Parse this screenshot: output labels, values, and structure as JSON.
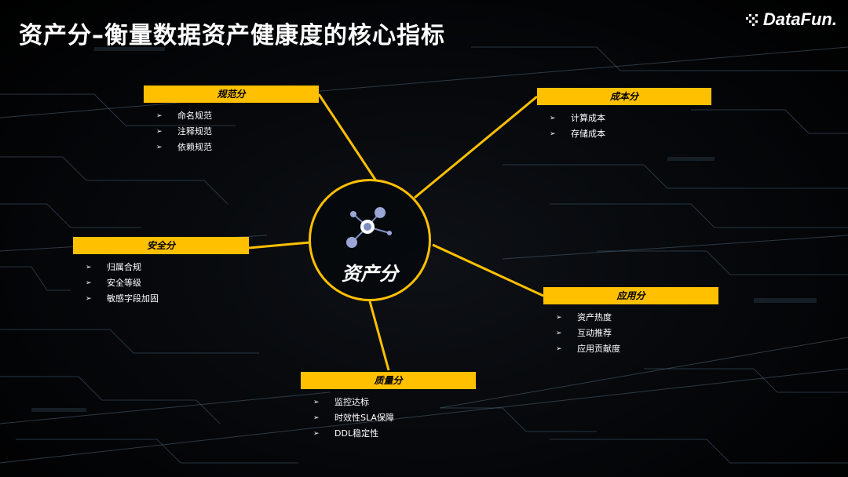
{
  "slide": {
    "title": "资产分–衡量数据资产健康度的核心指标",
    "logo_text": "DataFun."
  },
  "center": {
    "label": "资产分",
    "icon": "network-hub-icon"
  },
  "branches": {
    "spec": {
      "label": "规范分",
      "items": [
        "命名规范",
        "注释规范",
        "依赖规范"
      ]
    },
    "cost": {
      "label": "成本分",
      "items": [
        "计算成本",
        "存储成本"
      ]
    },
    "security": {
      "label": "安全分",
      "items": [
        "归属合规",
        "安全等级",
        "敏感字段加固"
      ]
    },
    "usage": {
      "label": "应用分",
      "items": [
        "资产热度",
        "互动推荐",
        "应用贡献度"
      ]
    },
    "quality": {
      "label": "质量分",
      "items": [
        "监控达标",
        "时效性SLA保障",
        "DDL稳定性"
      ]
    }
  },
  "colors": {
    "accent": "#ffc000",
    "background": "#000000",
    "text": "#ffffff"
  }
}
